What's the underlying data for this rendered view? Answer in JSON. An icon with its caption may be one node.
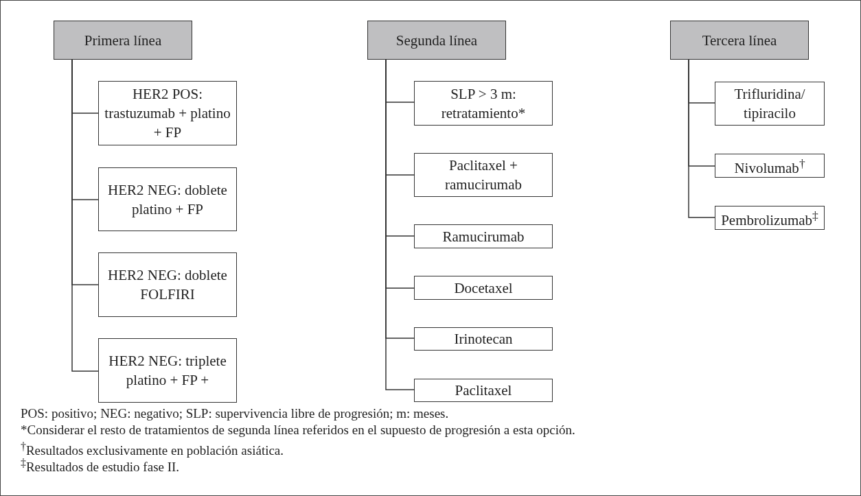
{
  "diagram": {
    "nodes": [
      {
        "text": [
          "Primera línea"
        ]
      },
      {
        "text": [
          "HER2 POS: trastuzumab + platino + FP"
        ]
      },
      {
        "text": [
          "HER2 NEG: doblete platino + FP"
        ]
      },
      {
        "text": [
          "HER2 NEG: doblete FOLFIRI"
        ]
      },
      {
        "text": [
          "HER2 NEG: triplete platino + FP +"
        ]
      },
      {
        "text": [
          "Segunda línea"
        ]
      },
      {
        "text": [
          "SLP > 3 m: retratamiento*"
        ]
      },
      {
        "text": [
          "Paclitaxel + ramucirumab"
        ]
      },
      {
        "text": [
          "Ramucirumab"
        ]
      },
      {
        "text": [
          "Docetaxel"
        ]
      },
      {
        "text": [
          "Irinotecan"
        ]
      },
      {
        "text": [
          "Paclitaxel"
        ]
      },
      {
        "text": [
          "Tercera línea"
        ]
      },
      {
        "text": [
          "Trifluridina/ tipiracilo"
        ]
      },
      {
        "text": [
          "Nivolumab$^{†}$"
        ]
      },
      {
        "text": [
          "Pembrolizumab$^{‡}$"
        ]
      }
    ],
    "edges": [
      {
        "from": 0,
        "to": 1,
        "arrow": "none"
      },
      {
        "from": 0,
        "to": 2,
        "arrow": "none"
      },
      {
        "from": 0,
        "to": 3,
        "arrow": "none"
      },
      {
        "from": 0,
        "to": 4,
        "arrow": "none"
      },
      {
        "from": 5,
        "to": 6,
        "arrow": "none"
      },
      {
        "from": 5,
        "to": 7,
        "arrow": "none"
      },
      {
        "from": 5,
        "to": 8,
        "arrow": "none"
      },
      {
        "from": 5,
        "to": 9,
        "arrow": "none"
      },
      {
        "from": 5,
        "to": 10,
        "arrow": "none"
      },
      {
        "from": 5,
        "to": 11,
        "arrow": "none"
      },
      {
        "from": 12,
        "to": 13,
        "arrow": "none"
      },
      {
        "from": 12,
        "to": 14,
        "arrow": "none"
      },
      {
        "from": 12,
        "to": 15,
        "arrow": "none"
      }
    ],
    "labels": [
      "POS: positivo; NEG: negativo; SLP: supervivencia libre de progresión; m: meses.",
      "*Considerar el resto de tratamientos de segunda línea referidos en el supuesto de progresión a esta opción.",
      "$^{†}$Resultados exclusivamente en población asiática.",
      "$^{‡}$Resultados de estudio fase II."
    ]
  }
}
